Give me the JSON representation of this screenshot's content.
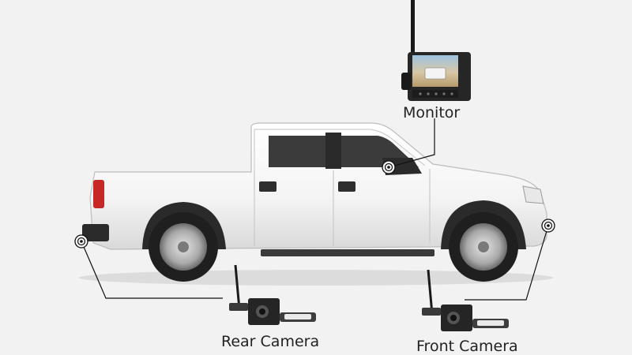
{
  "labels": {
    "monitor": "Monitor",
    "rear_camera": "Rear Camera",
    "front_camera": "Front Camera"
  },
  "icons": {
    "truck": "pickup-truck-icon",
    "monitor": "monitor-icon",
    "rear_camera": "wireless-camera-icon",
    "front_camera": "wireless-camera-icon",
    "mount_point": "target-icon"
  },
  "colors": {
    "background": "#f2f2f2",
    "truck_body": "#ffffff",
    "leader_line": "#111111"
  }
}
